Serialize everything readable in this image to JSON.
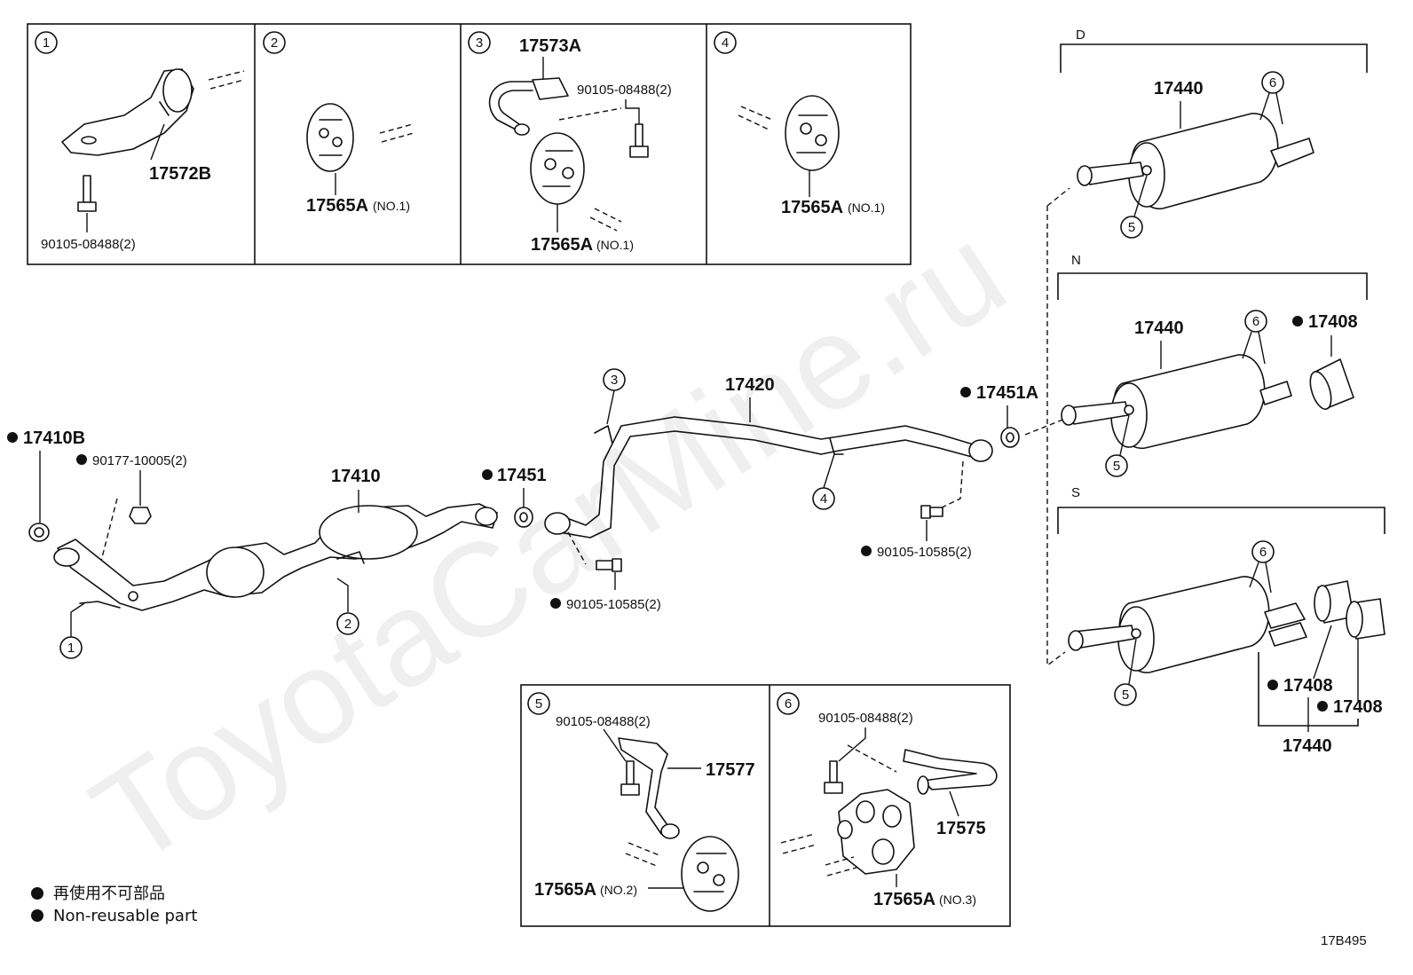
{
  "watermark": "ToyotaCarMine.ru",
  "figure_code": "17B495",
  "legend": {
    "jp": "再使用不可部品",
    "en": "Non-reusable part"
  },
  "insets": [
    {
      "num": "1",
      "parts": [
        "17572B",
        "90105-08488(2)"
      ]
    },
    {
      "num": "2",
      "parts": [
        "17565A"
      ],
      "note": "(NO.1)"
    },
    {
      "num": "3",
      "parts": [
        "17573A",
        "90105-08488(2)",
        "17565A"
      ],
      "note": "(NO.1)"
    },
    {
      "num": "4",
      "parts": [
        "17565A"
      ],
      "note": "(NO.1)"
    },
    {
      "num": "5",
      "parts": [
        "90105-08488(2)",
        "17577",
        "17565A"
      ],
      "note": "(NO.2)"
    },
    {
      "num": "6",
      "parts": [
        "90105-08488(2)",
        "17575",
        "17565A"
      ],
      "note": "(NO.3)"
    }
  ],
  "sections": [
    "D",
    "N",
    "S"
  ],
  "main": {
    "p17410B": "17410B",
    "p90177": "90177-10005(2)",
    "p17410": "17410",
    "p17451": "17451",
    "p17420": "17420",
    "p17451A": "17451A",
    "p90105a": "90105-10585(2)",
    "p90105b": "90105-10585(2)"
  },
  "tail": {
    "d17440": "17440",
    "n17440": "17440",
    "n17408": "17408",
    "s17408a": "17408",
    "s17408b": "17408",
    "s17440": "17440"
  },
  "callouts": [
    "1",
    "2",
    "3",
    "4",
    "5",
    "6"
  ]
}
